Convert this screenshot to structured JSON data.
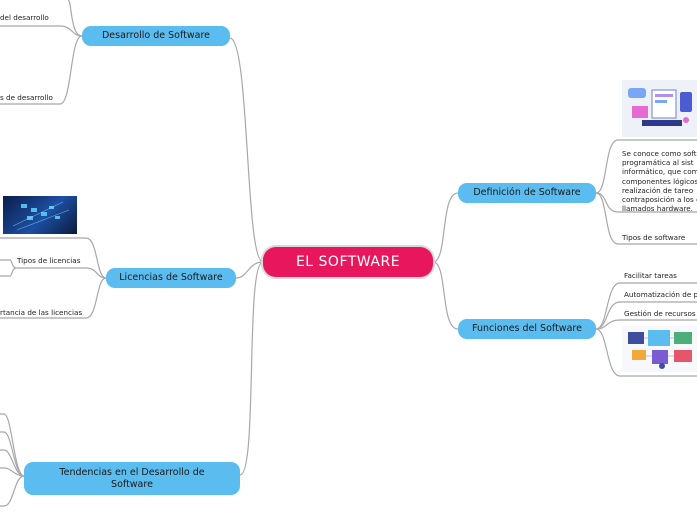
{
  "central": {
    "label": "EL SOFTWARE"
  },
  "topics": {
    "desarrollo": "Desarrollo de Software",
    "licencias": "Licencias de Software",
    "tendencias": "Tendencias en el Desarrollo de Software",
    "definicion": "Definición de Software",
    "funciones": "Funciones del Software"
  },
  "leaves": {
    "desarrollo_1": "del desarrollo",
    "desarrollo_2": "s de desarrollo",
    "licencias_1": "Tipos de licencias",
    "licencias_2": "rtancia de las licencias",
    "definicion_text": "Se conoce como softw o programática al sist informático, que comp componentes lógicos la realización de tareo contraposición a los c llamados hardware.",
    "definicion_tipos": "Tipos de software",
    "funciones_1": "Facilitar tareas",
    "funciones_2": "Automatización de p",
    "funciones_3": "Gestión de recursos"
  },
  "images": {
    "licencias": "digital-network-image",
    "definicion": "software-devices-illustration",
    "funciones": "software-functions-illustration"
  },
  "colors": {
    "central": "#e8175d",
    "topic": "#5bbcef",
    "line": "#a8a8a8"
  }
}
